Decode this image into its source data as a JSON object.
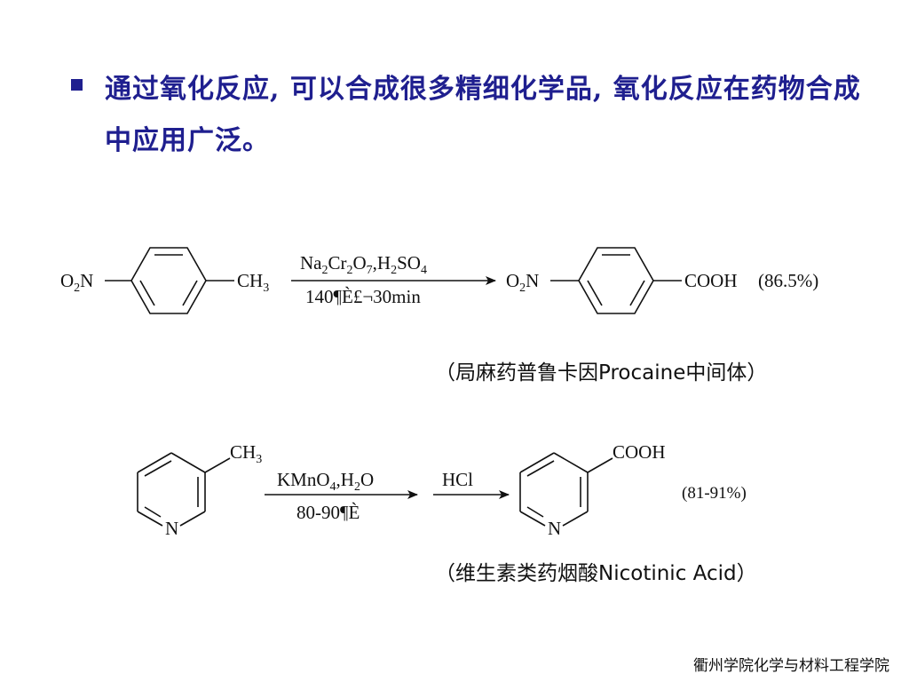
{
  "bullet": {
    "text": "通过氧化反应, 可以合成很多精细化学品, 氧化反应在药物合成中应用广泛。"
  },
  "reaction1": {
    "reactant": {
      "left_group": "O2N",
      "right_group": "CH3"
    },
    "reagents": "Na2Cr2O7,H2SO4",
    "conditions": "140¶È£¬30min",
    "product": {
      "left_group": "O2N",
      "right_group": "COOH",
      "yield": "(86.5%)"
    },
    "caption": "（局麻药普鲁卡因Procaine中间体）"
  },
  "reaction2": {
    "reactant": {
      "substituent": "CH3",
      "ring_atom": "N"
    },
    "step1_reagents": "KMnO4,H2O",
    "step1_conditions": "80-90¶È",
    "step2_reagent": "HCl",
    "product": {
      "substituent": "COOH",
      "ring_atom": "N"
    },
    "yield": "(81-91%)",
    "caption": "（维生素类药烟酸Nicotinic Acid）"
  },
  "footer": {
    "institution": "衢州学院化学与材料工程学院"
  }
}
